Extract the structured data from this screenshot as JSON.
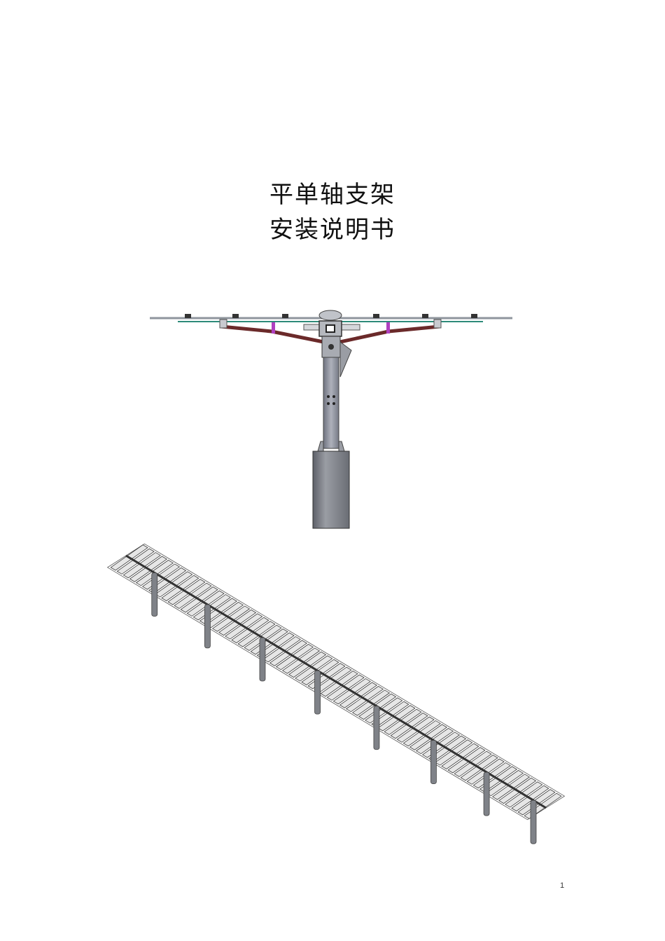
{
  "document": {
    "title_line1": "平单轴支架",
    "title_line2": "安装说明书",
    "page_number": "1"
  },
  "figures": [
    {
      "id": "front-view",
      "description_icon": "tracker-front-view-drawing"
    },
    {
      "id": "isometric-view",
      "description_icon": "tracker-isometric-row-drawing"
    }
  ],
  "colors": {
    "rail": "#9aa0a8",
    "panel_edge": "#2e8b7a",
    "brace": "#6b2a2a",
    "clamp": "#b040c0",
    "post": "#7f8288",
    "ink": "#222222"
  }
}
